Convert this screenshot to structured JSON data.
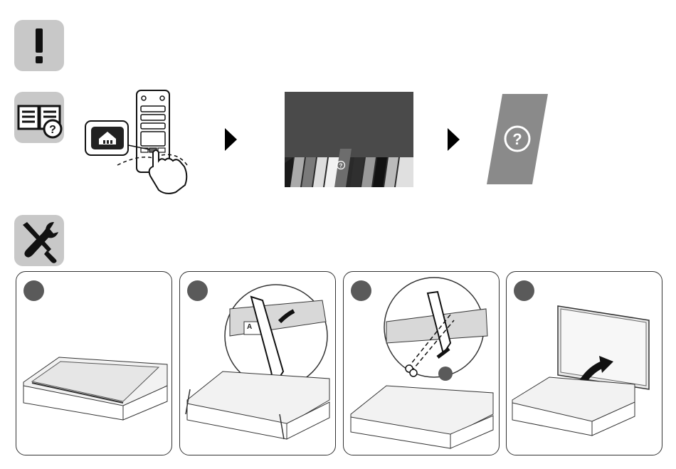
{
  "icons": {
    "warning": "exclamation-icon",
    "manual": "manual-help-icon",
    "tools": "screwdriver-wrench-icon"
  },
  "remote": {
    "home_button_icon": "home-icon"
  },
  "tv_menu": {
    "help_tile_icon": "question-icon"
  },
  "help_card": {
    "symbol": "?"
  },
  "steps": [
    {
      "id": 1,
      "label": ""
    },
    {
      "id": 2,
      "label": "A"
    },
    {
      "id": 3,
      "label": ""
    },
    {
      "id": 4,
      "label": ""
    }
  ],
  "colors": {
    "tile": "#c8c8c8",
    "badge": "#5a5a5a",
    "tv_screen": "#4a4a4a",
    "help_card": "#8a8a8a"
  }
}
